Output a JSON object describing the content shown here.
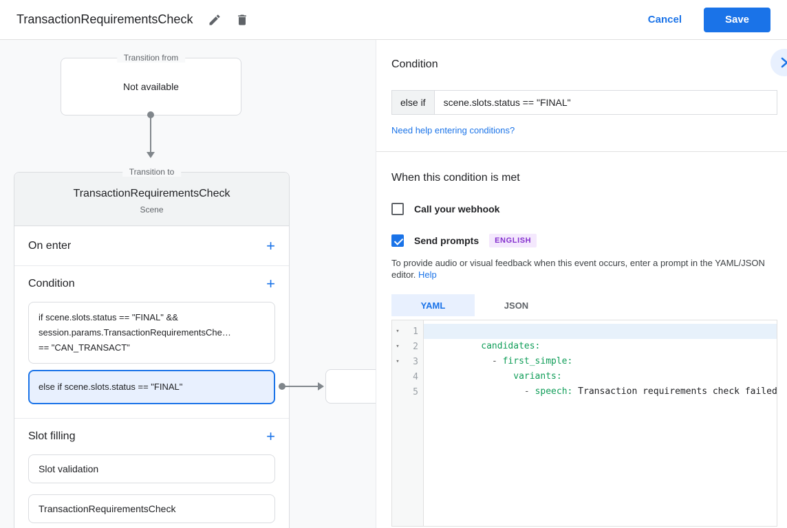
{
  "header": {
    "title": "TransactionRequirementsCheck",
    "cancel_label": "Cancel",
    "save_label": "Save"
  },
  "icons": {
    "edit": "pencil-icon",
    "delete": "trash-icon",
    "expand": "chevron-right-icon",
    "add": "+",
    "fold": "caret-down-icon"
  },
  "diagram": {
    "from_box": {
      "legend": "Transition from",
      "text": "Not available"
    },
    "to_card": {
      "legend": "Transition to",
      "title": "TransactionRequirementsCheck",
      "subtitle": "Scene",
      "on_enter_label": "On enter",
      "condition_label": "Condition",
      "slot_filling_label": "Slot filling",
      "condition_1_lines": [
        "if scene.slots.status == \"FINAL\" &&",
        "session.params.TransactionRequirementsChe…",
        "== \"CAN_TRANSACT\""
      ],
      "condition_2_text": "else if scene.slots.status == \"FINAL\"",
      "slot_items": [
        "Slot validation",
        "TransactionRequirementsCheck"
      ]
    }
  },
  "panel": {
    "title": "Condition",
    "condition": {
      "prefix": "else if",
      "value": "scene.slots.status == \"FINAL\""
    },
    "help_conditions_link": "Need help entering conditions?",
    "when_title": "When this condition is met",
    "webhook_label": "Call your webhook",
    "prompts_label": "Send prompts",
    "language_badge": "ENGLISH",
    "description": "To provide audio or visual feedback when this event occurs, enter a prompt in the YAML/JSON editor.",
    "help_label": "Help",
    "tabs": {
      "yaml": "YAML",
      "json": "JSON"
    },
    "editor": {
      "lines": [
        {
          "num": "1",
          "tokens": [
            {
              "t": "key",
              "v": "candidates:"
            }
          ]
        },
        {
          "num": "2",
          "tokens": [
            {
              "t": "plain",
              "v": "  "
            },
            {
              "t": "meta",
              "v": "- "
            },
            {
              "t": "key",
              "v": "first_simple:"
            }
          ]
        },
        {
          "num": "3",
          "tokens": [
            {
              "t": "plain",
              "v": "      "
            },
            {
              "t": "key",
              "v": "variants:"
            }
          ]
        },
        {
          "num": "4",
          "tokens": [
            {
              "t": "plain",
              "v": "        "
            },
            {
              "t": "meta",
              "v": "- "
            },
            {
              "t": "key",
              "v": "speech:"
            },
            {
              "t": "plain",
              "v": " Transaction requirements check failed"
            }
          ]
        },
        {
          "num": "5",
          "tokens": []
        }
      ]
    }
  },
  "colors": {
    "accent": "#1a73e8",
    "selected_bg": "#e8f0fe",
    "yaml_key_green": "#0f9d58",
    "badge_purple": "#8430ce",
    "badge_bg": "#f4e8fd"
  }
}
